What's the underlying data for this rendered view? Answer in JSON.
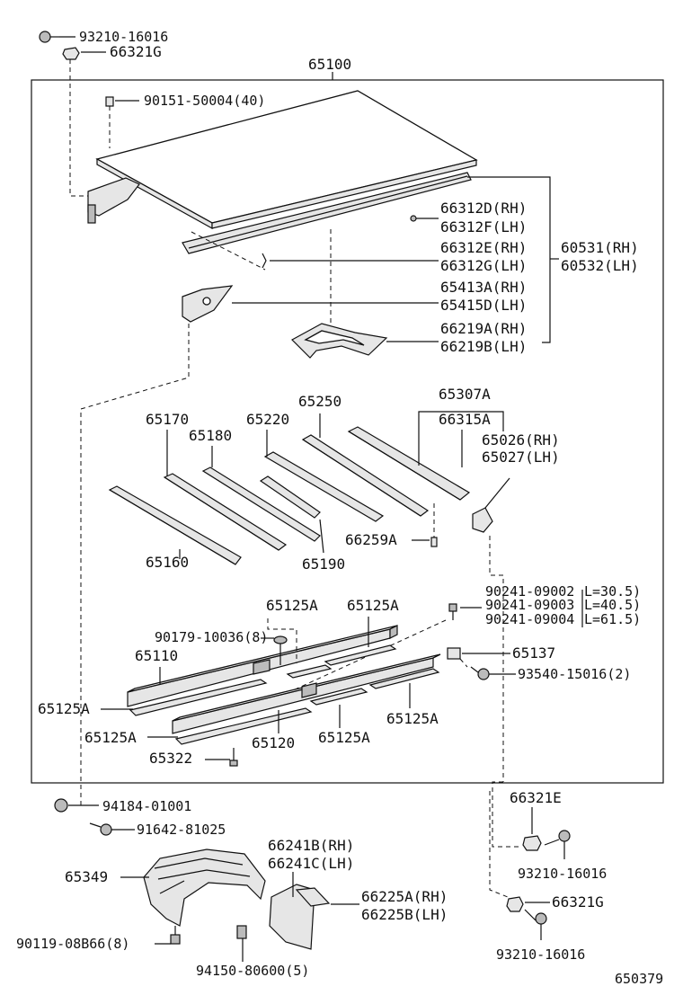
{
  "assembly_number": "65100",
  "diagram_id": "650379",
  "labels": {
    "l_93210_16016_top": "93210-16016",
    "l_66321G_top": "66321G",
    "l_90151": "90151-50004(40)",
    "l_66312D": "66312D(RH)",
    "l_66312F": "66312F(LH)",
    "l_66312E": "66312E(RH)",
    "l_66312G": "66312G(LH)",
    "l_60531": "60531(RH)",
    "l_60532": "60532(LH)",
    "l_65413A": "65413A(RH)",
    "l_65415D": "65415D(LH)",
    "l_66219A": "66219A(RH)",
    "l_66219B": "66219B(LH)",
    "l_65250": "65250",
    "l_65307A": "65307A",
    "l_65170": "65170",
    "l_65220": "65220",
    "l_66315A": "66315A",
    "l_65180": "65180",
    "l_65026": "65026(RH)",
    "l_65027": "65027(LH)",
    "l_66259A": "66259A",
    "l_65160": "65160",
    "l_65190": "65190",
    "l_90241_a": "90241-09002",
    "l_90241_b": "90241-09003",
    "l_90241_c": "90241-09004",
    "l_len_a": "L=30.5)",
    "l_len_b": "L=40.5)",
    "l_len_c": "L=61.5)",
    "l_65125A_1": "65125A",
    "l_65125A_2": "65125A",
    "l_90179": "90179-10036(8)",
    "l_65110": "65110",
    "l_65137": "65137",
    "l_93540": "93540-15016(2)",
    "l_65125A_3": "65125A",
    "l_65125A_4": "65125A",
    "l_65125A_5": "65125A",
    "l_65125A_6": "65125A",
    "l_65120": "65120",
    "l_65322": "65322",
    "l_94184": "94184-01001",
    "l_91642": "91642-81025",
    "l_66321E": "66321E",
    "l_66241B": "66241B(RH)",
    "l_66241C": "66241C(LH)",
    "l_65349": "65349",
    "l_93210_16016_mid": "93210-16016",
    "l_66225A": "66225A(RH)",
    "l_66225B": "66225B(LH)",
    "l_66321G_bot": "66321G",
    "l_90119": "90119-08B66(8)",
    "l_93210_16016_bot": "93210-16016",
    "l_94150": "94150-80600(5)"
  }
}
